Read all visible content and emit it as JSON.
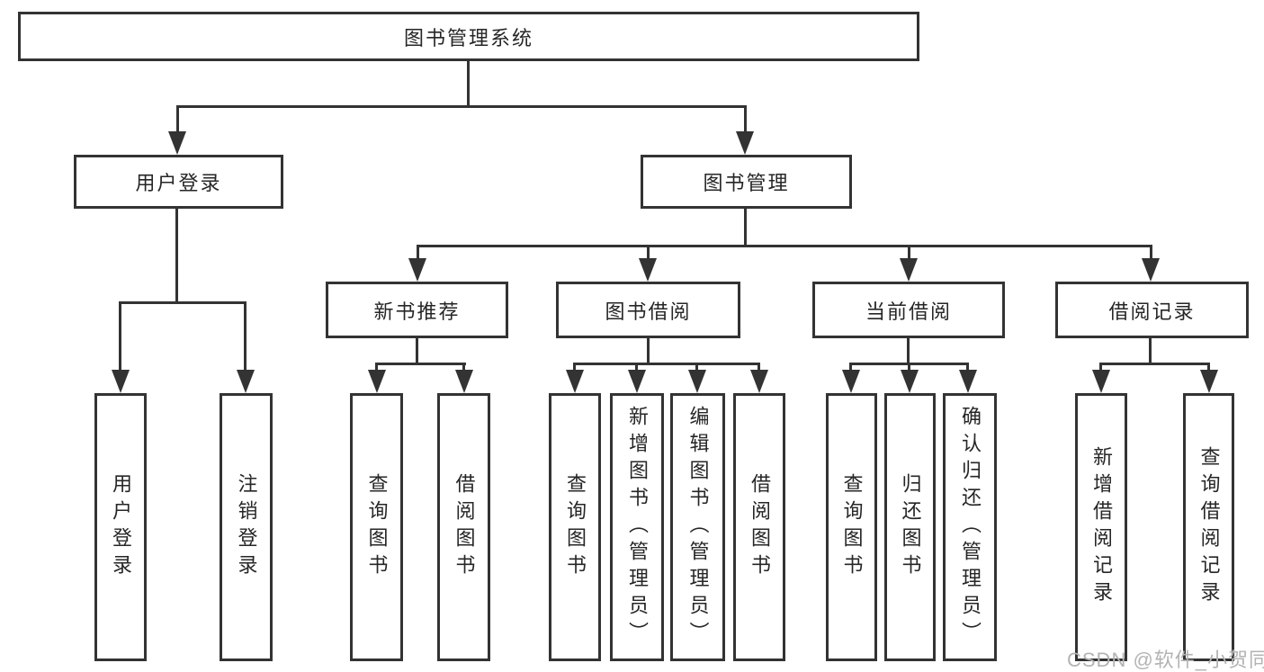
{
  "page": {
    "watermark": "CSDN @软件_小贺同学"
  },
  "colors": {
    "line": "#333333",
    "text": "#262626",
    "background": "#ffffff",
    "watermark": "#b3b3b3"
  },
  "tree": {
    "label": "图书管理系统",
    "children": [
      {
        "label": "用户登录",
        "children": [
          {
            "label": "用户登录"
          },
          {
            "label": "注销登录"
          }
        ]
      },
      {
        "label": "图书管理",
        "children": [
          {
            "label": "新书推荐",
            "children": [
              {
                "label": "查询图书"
              },
              {
                "label": "借阅图书"
              }
            ]
          },
          {
            "label": "图书借阅",
            "children": [
              {
                "label": "查询图书"
              },
              {
                "label": "新增图书（管理员）"
              },
              {
                "label": "编辑图书（管理员）"
              },
              {
                "label": "借阅图书"
              }
            ]
          },
          {
            "label": "当前借阅",
            "children": [
              {
                "label": "查询图书"
              },
              {
                "label": "归还图书"
              },
              {
                "label": "确认归还（管理员）"
              }
            ]
          },
          {
            "label": "借阅记录",
            "children": [
              {
                "label": "新增借阅记录"
              },
              {
                "label": "查询借阅记录"
              }
            ]
          }
        ]
      }
    ]
  }
}
